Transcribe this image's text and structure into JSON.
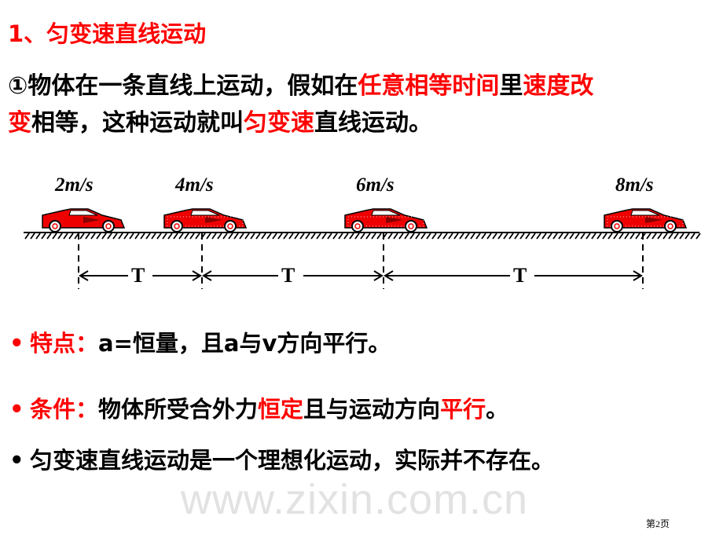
{
  "title": "1、匀变速直线运动",
  "definition": {
    "segments": [
      {
        "text": "①物体在一条直线上运动，假如在",
        "red": false
      },
      {
        "text": "任意相等时间",
        "red": true
      },
      {
        "text": "里",
        "red": false
      },
      {
        "text": "速度改",
        "red": true
      }
    ],
    "segments2": [
      {
        "text": "变",
        "red": true
      },
      {
        "text": "相等，这种运动就叫",
        "red": false
      },
      {
        "text": "匀变速",
        "red": true
      },
      {
        "text": "直线运动。",
        "red": false
      }
    ]
  },
  "diagram": {
    "speeds": [
      "2m/s",
      "4m/s",
      "6m/s",
      "8m/s"
    ],
    "interval_label": "T",
    "car_color": "#ee0000"
  },
  "bullets": [
    {
      "segments": [
        {
          "text": "特点：",
          "red": true
        },
        {
          "text": "a=恒量，且a与v方向平行。",
          "red": false
        }
      ],
      "bullet_red": true
    },
    {
      "segments": [
        {
          "text": "条件：",
          "red": true
        },
        {
          "text": "物体所受合外力",
          "red": false
        },
        {
          "text": "恒定",
          "red": true
        },
        {
          "text": "且与运动方向",
          "red": false
        },
        {
          "text": "平行",
          "red": true
        },
        {
          "text": "。",
          "red": false
        }
      ],
      "bullet_red": true
    },
    {
      "segments": [
        {
          "text": "匀变速直线运动是一个理想化运动，实际并不存在。",
          "red": false
        }
      ],
      "bullet_red": false
    }
  ],
  "watermark": "www.zixin.com.cn",
  "page_number": "第2页"
}
